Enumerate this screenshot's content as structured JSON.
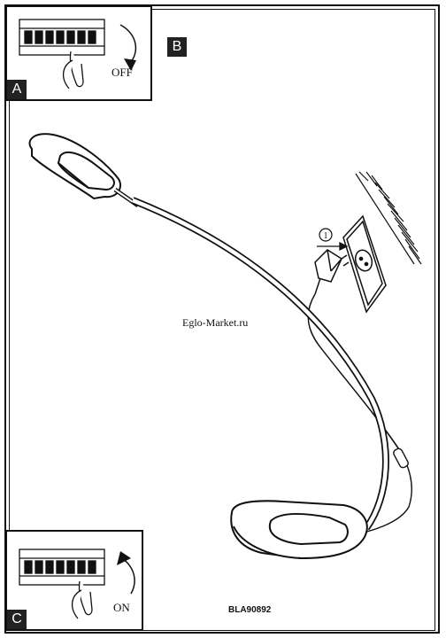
{
  "panels": {
    "a": {
      "badge": "A",
      "label": "OFF"
    },
    "b": {
      "badge": "B"
    },
    "c": {
      "badge": "C",
      "label": "ON"
    }
  },
  "watermark": "Eglo-Market.ru",
  "model_code": "BLA90892",
  "step_marker": "1"
}
